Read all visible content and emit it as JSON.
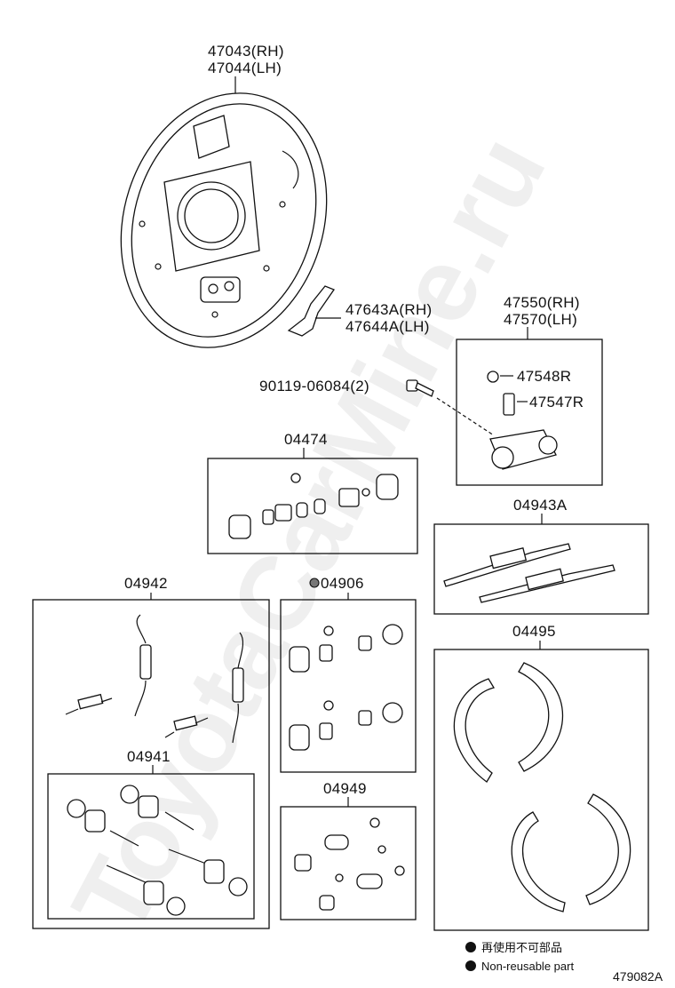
{
  "watermark": "ToyotaCarMine.ru",
  "labels": {
    "backing_plate_rh": "47043(RH)",
    "backing_plate_lh": "47044(LH)",
    "bracket_rh": "47643A(RH)",
    "bracket_lh": "47644A(LH)",
    "wheel_cyl_rh": "47550(RH)",
    "wheel_cyl_lh": "47570(LH)",
    "bleeder_cap": "47548R",
    "bleeder_plug": "47547R",
    "bolt": "90119-06084(2)",
    "kit_04474": "04474",
    "kit_04943a": "04943A",
    "kit_04942": "04942",
    "kit_04906": "04906",
    "kit_04495": "04495",
    "kit_04941": "04941",
    "kit_04949": "04949"
  },
  "legend": {
    "jp": "再使用不可部品",
    "en": "Non-reusable part"
  },
  "diagram_ref": "479082A"
}
